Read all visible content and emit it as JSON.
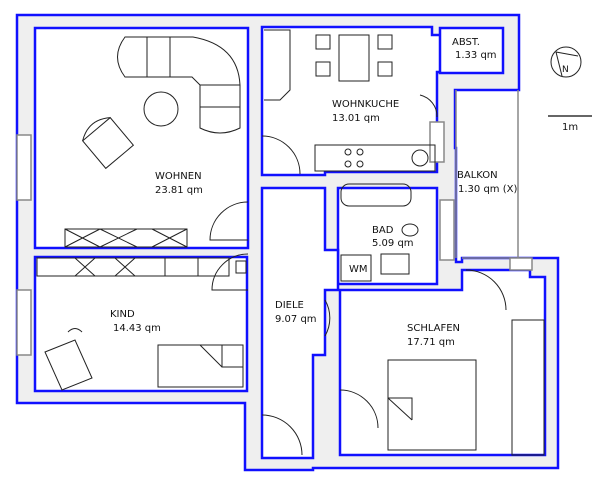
{
  "rooms": {
    "wohnen": {
      "name": "WOHNEN",
      "area": "23.81 qm"
    },
    "wohnkueche": {
      "name": "WOHNKUCHE",
      "area": "13.01 qm"
    },
    "abst": {
      "name": "ABST.",
      "area": "1.33 qm"
    },
    "balkon": {
      "name": "BALKON",
      "area": "1.30 qm (X)"
    },
    "bad": {
      "name": "BAD",
      "area": "5.09 qm"
    },
    "kind": {
      "name": "KIND",
      "area": "14.43 qm"
    },
    "diele": {
      "name": "DIELE",
      "area": "9.07 qm"
    },
    "schlafen": {
      "name": "SCHLAFEN",
      "area": "17.71 qm"
    }
  },
  "fixtures": {
    "washing_machine": "WM"
  },
  "compass": {
    "label": "N"
  },
  "scale": {
    "label": "1m"
  },
  "colors": {
    "wall_outline": "#1010ff",
    "wall_fill": "#efefef"
  }
}
